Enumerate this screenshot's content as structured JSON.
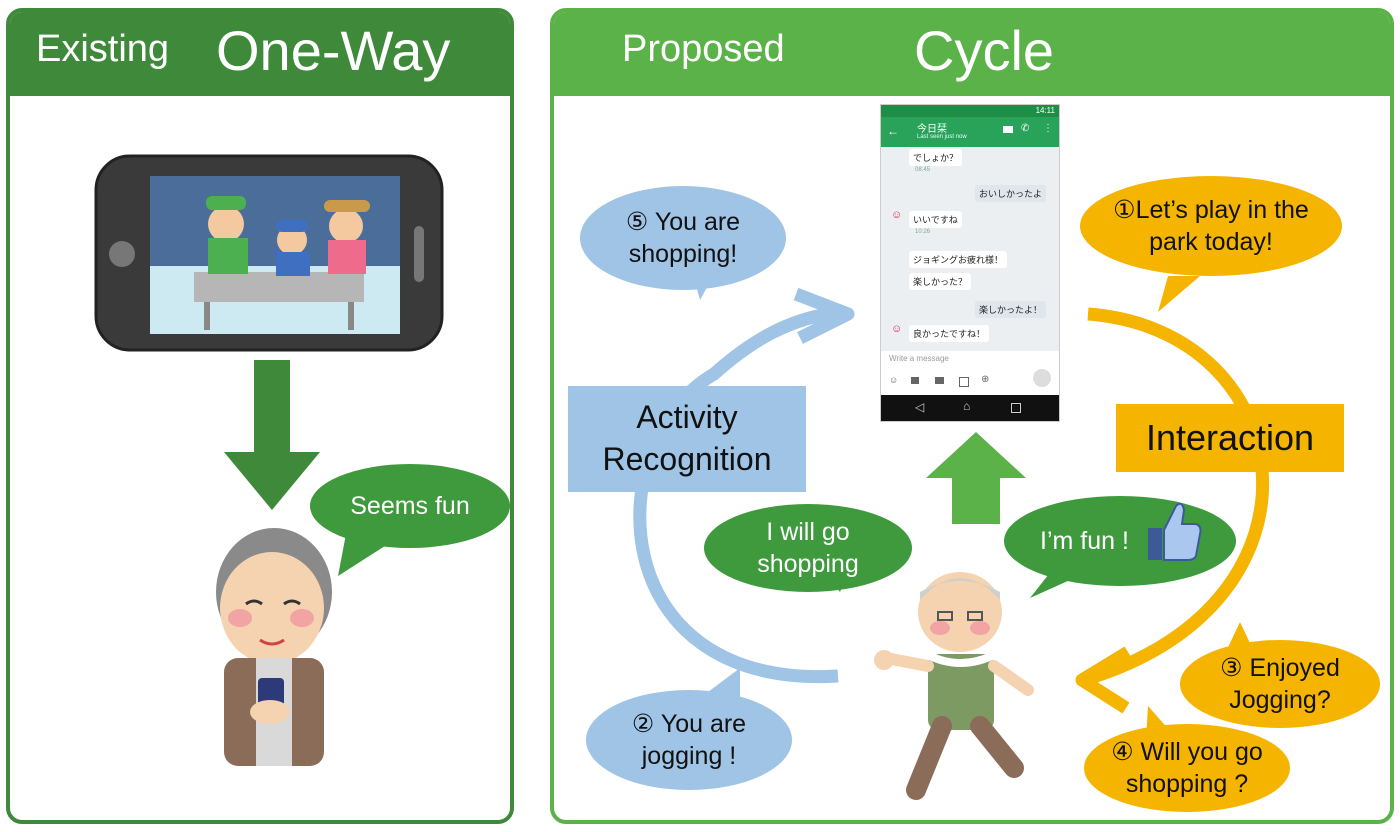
{
  "left": {
    "header_small": "Existing",
    "header_big": "One-Way",
    "bubble": "Seems fun"
  },
  "right": {
    "header_small": "Proposed",
    "header_big": "Cycle",
    "activity_box": "Activity\nRecognition",
    "interaction_box": "Interaction",
    "bubbles": {
      "b1": "①Let’s play in the\npark today!",
      "b2": "② You are\njogging !",
      "b3": "③ Enjoyed\nJogging?",
      "b4": "④ Will you go\nshopping ?",
      "b5": "⑤ You are\nshopping!",
      "will_go": "I will go\nshopping",
      "im_fun": "I’m fun !"
    },
    "phone": {
      "status_time": "14:11",
      "contact_name": "今日栞",
      "contact_status": "Last seen just now",
      "input_placeholder": "Write a message",
      "messages": [
        "でしょか？",
        "08:45",
        "おいしかったよ",
        "いいですね",
        "10:26",
        "ジョギングお疲れ様！",
        "楽しかった？",
        "楽しかったよ！",
        "良かったですね！"
      ]
    }
  },
  "colors": {
    "dark_green": "#3f8a3a",
    "light_green": "#5bb248",
    "blue": "#9fc4e6",
    "yellow": "#f4b400",
    "chat_header": "#29a35a"
  }
}
